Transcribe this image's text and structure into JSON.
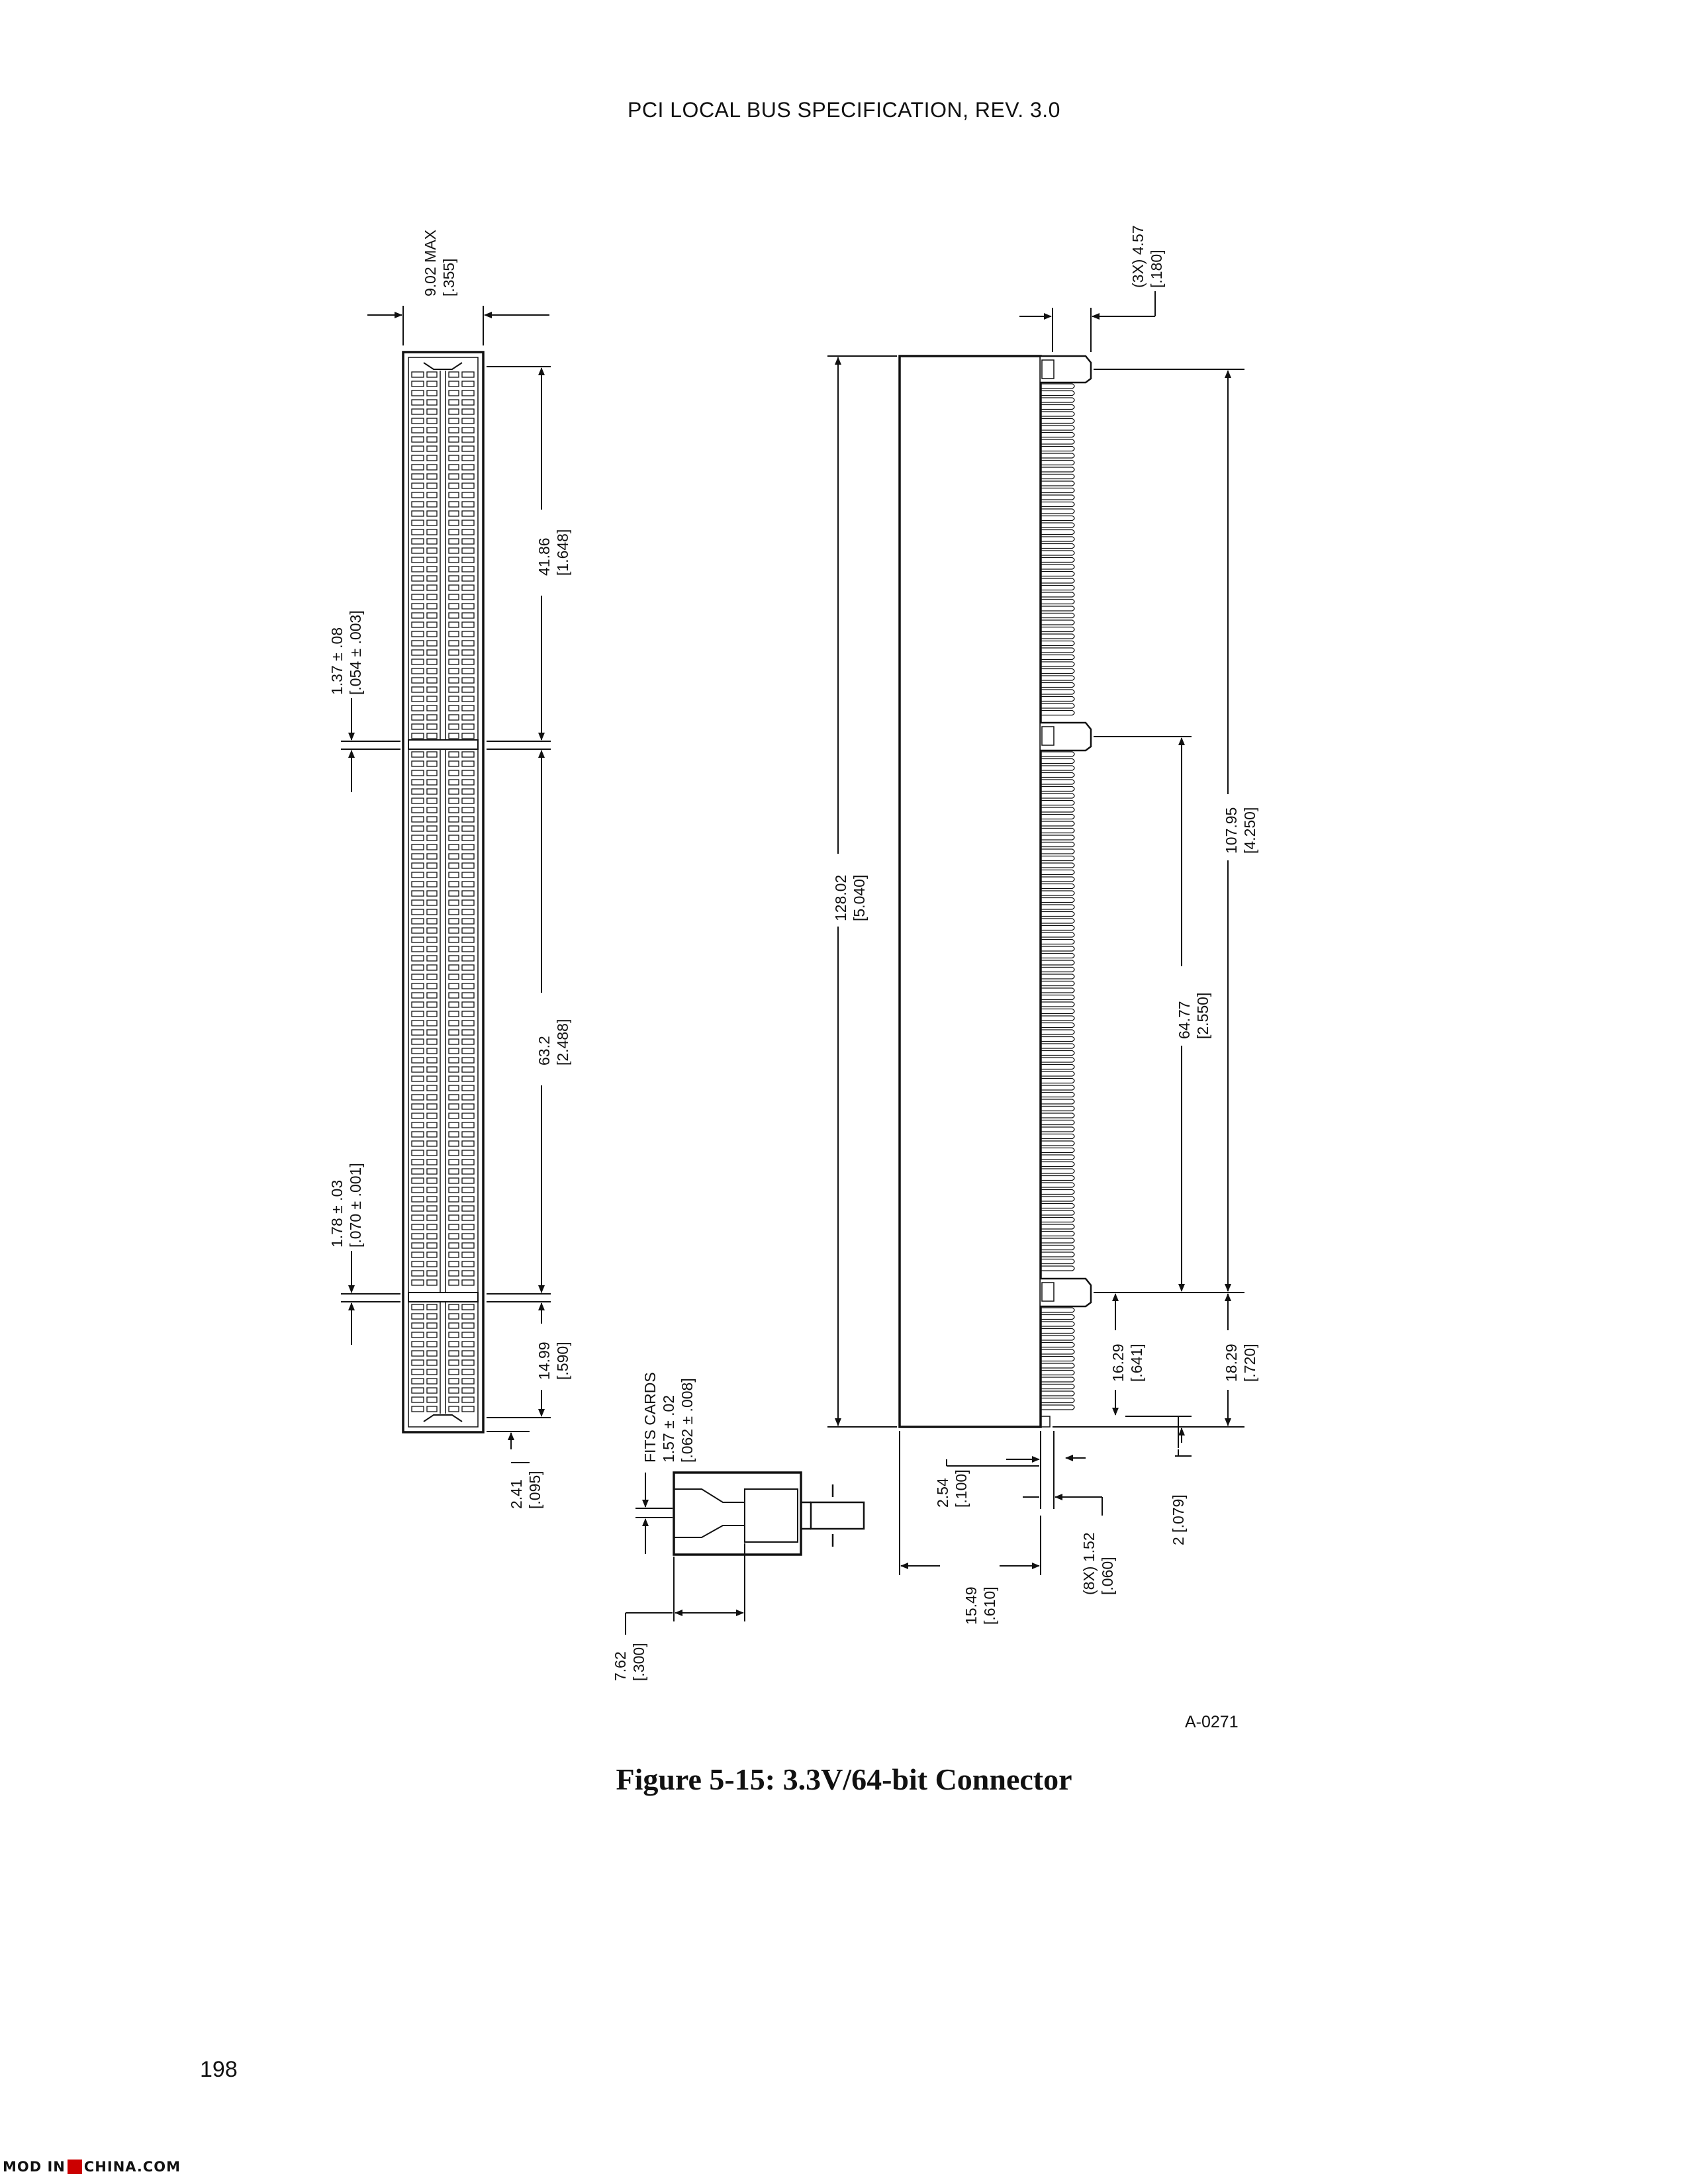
{
  "header": {
    "title": "PCI LOCAL BUS SPECIFICATION, REV. 3.0"
  },
  "figure": {
    "caption": "Figure 5-15:  3.3V/64-bit Connector",
    "id": "A-0271",
    "dimensions": {
      "width_max": [
        "9.02 MAX",
        "[.355]"
      ],
      "upper_length": [
        "41.86",
        "[1.648]"
      ],
      "key_gap_1": [
        "1.37 ± .08",
        "[.054 ± .003]"
      ],
      "middle_length": [
        "63.2",
        "[2.488]"
      ],
      "key_gap_2": [
        "1.78 ± .03",
        "[.070 ± .001]"
      ],
      "lower_length": [
        "14.99",
        "[.590]"
      ],
      "end_offset": [
        "2.41",
        "[.095]"
      ],
      "fits_cards": [
        "FITS CARDS",
        "1.57 ± .02",
        "[.062 ± .008]"
      ],
      "slot_pitch": [
        "7.62",
        "[.300]"
      ],
      "peg_width": [
        "(3X) 4.57",
        "[.180]"
      ],
      "overall_length": [
        "128.02",
        "[5.040]"
      ],
      "peg_span": [
        "107.95",
        "[4.250]"
      ],
      "peg_span_2": [
        "64.77",
        "[2.550]"
      ],
      "end_to_peg": [
        "16.29",
        "[.641]"
      ],
      "end_to_peg_2": [
        "18.29",
        "[.720]"
      ],
      "pin_pitch": [
        "2.54",
        "[.100]"
      ],
      "body_height": [
        "15.49",
        "[.610]"
      ],
      "pin_dia": [
        "(8X) 1.52",
        "[.060]"
      ],
      "pin_offset": [
        "2 [.079]"
      ]
    }
  },
  "page_number": "198",
  "watermark": {
    "left": "MOD IN",
    "right": "CHINA.COM"
  }
}
